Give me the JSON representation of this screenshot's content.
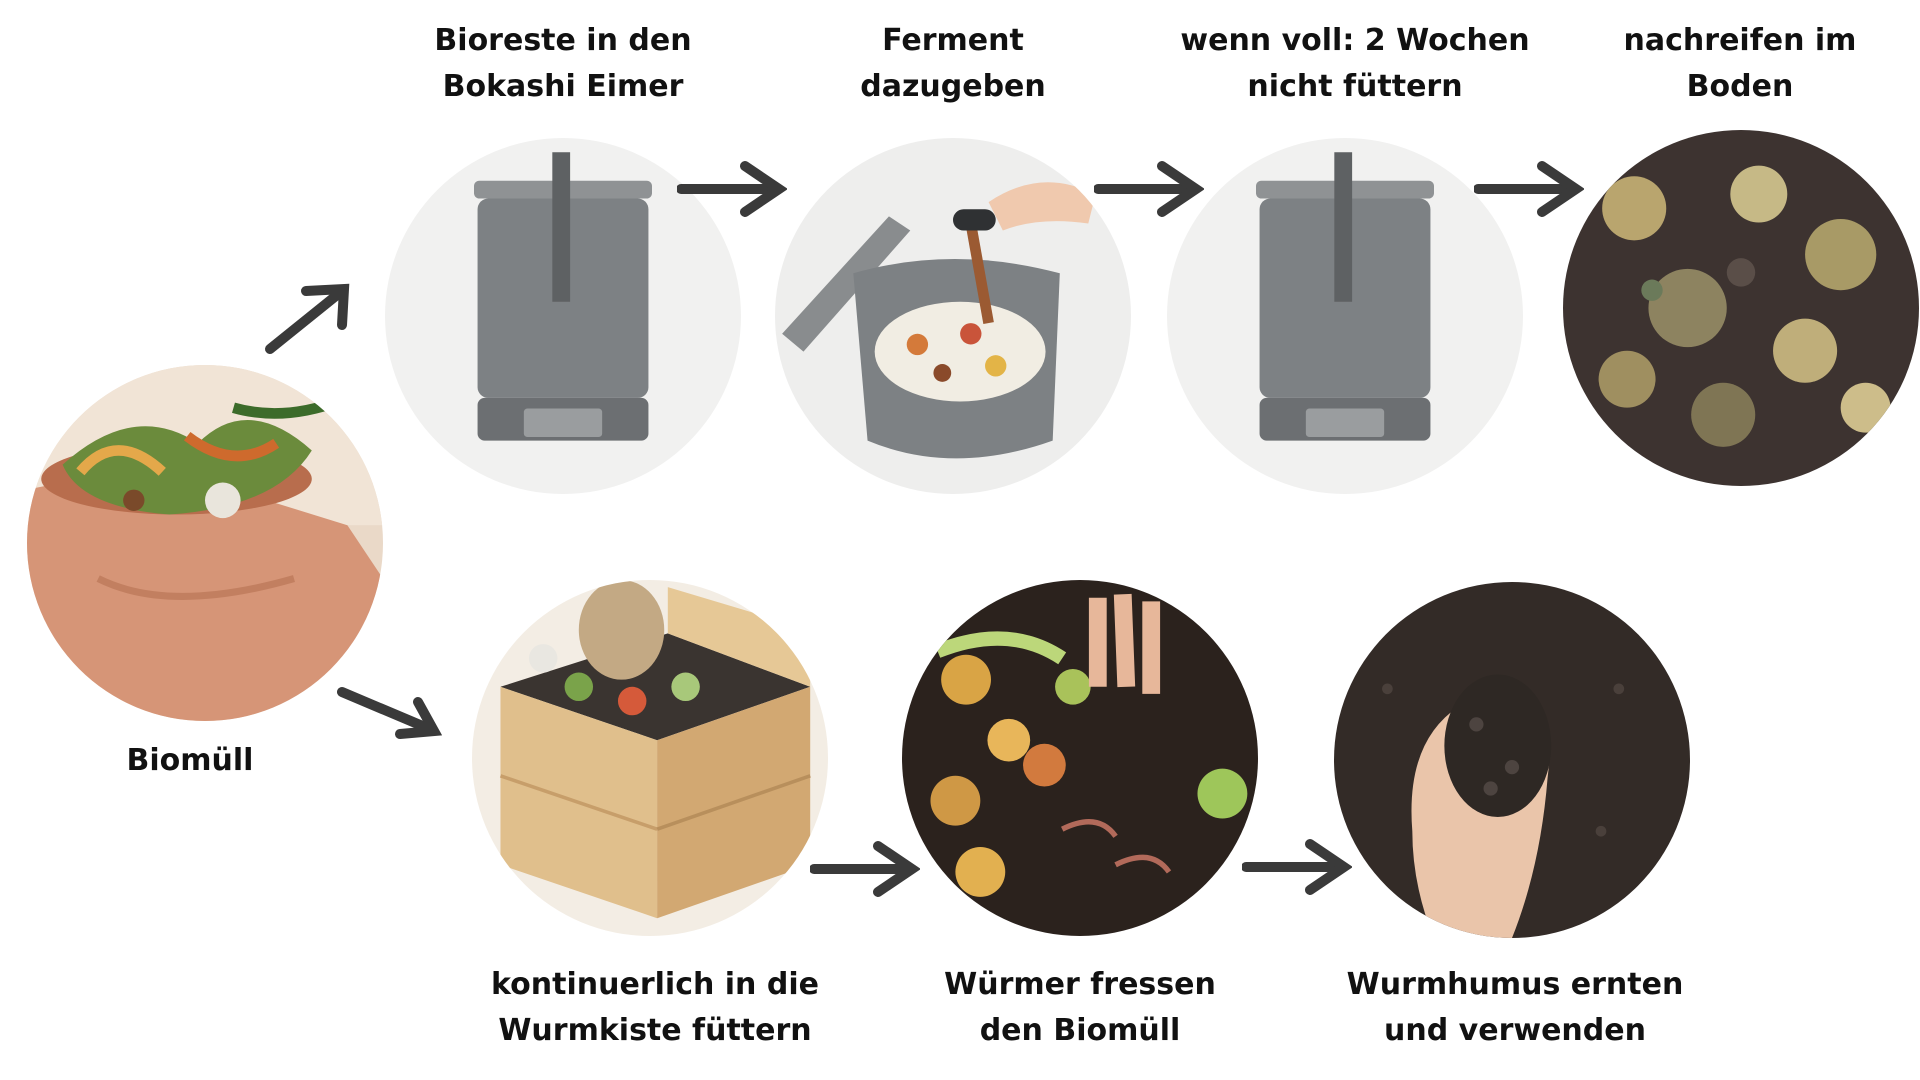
{
  "steps": {
    "biomuell": {
      "label": "Biomüll"
    },
    "bokashi_fill": {
      "label_line1": "Bioreste in den",
      "label_line2": "Bokashi Eimer"
    },
    "ferment": {
      "label_line1": "Ferment",
      "label_line2": "dazugeben"
    },
    "wait": {
      "label_line1": "wenn voll: 2 Wochen",
      "label_line2": "nicht füttern"
    },
    "ripen": {
      "label_line1": "nachreifen im",
      "label_line2": "Boden"
    },
    "wormbox": {
      "label_line1": "kontinuerlich in die",
      "label_line2": "Wurmkiste füttern"
    },
    "worms_eat": {
      "label_line1": "Würmer fressen",
      "label_line2": "den Biomüll"
    },
    "harvest": {
      "label_line1": "Wurmhumus ernten",
      "label_line2": "und verwenden"
    }
  }
}
